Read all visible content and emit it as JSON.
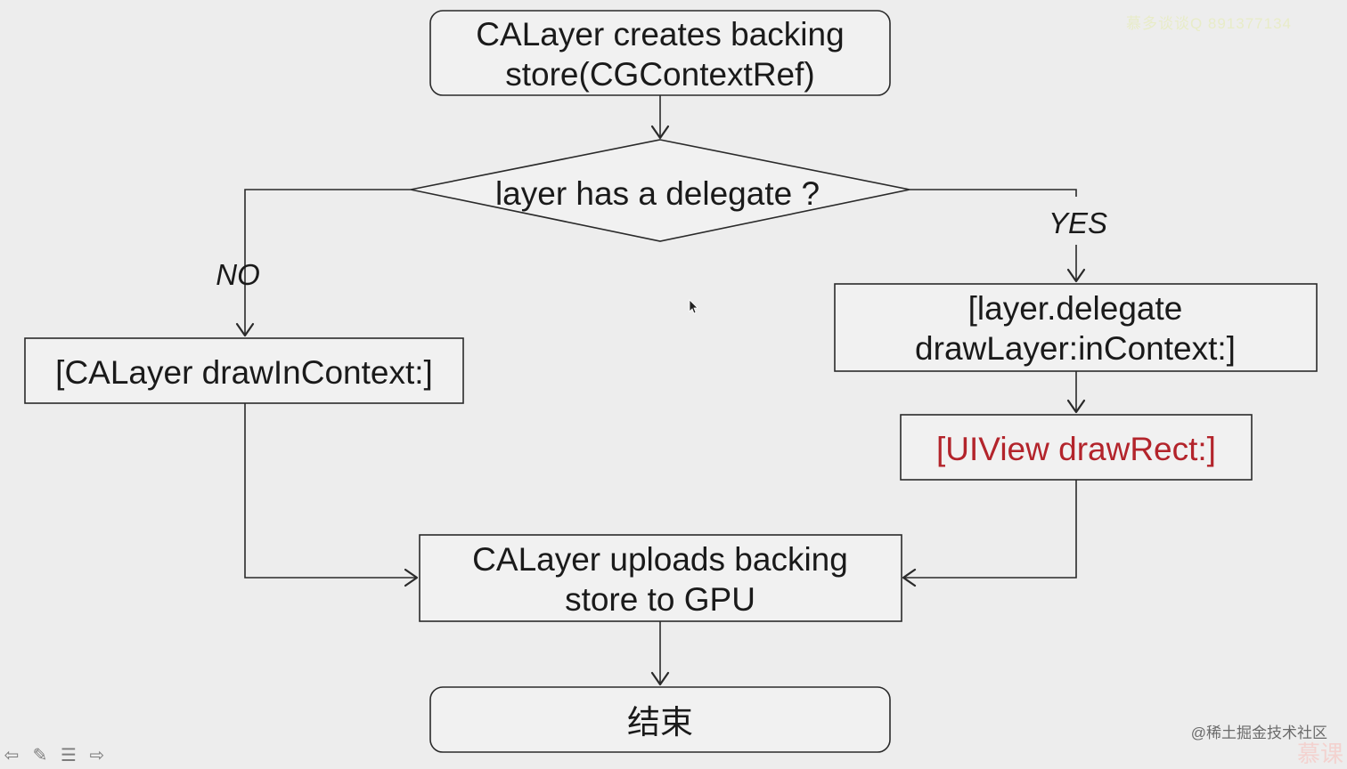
{
  "nodes": {
    "start": {
      "lines": [
        "CALayer creates backing",
        "store(CGContextRef)"
      ]
    },
    "decision": {
      "text": "layer has a delegate ?"
    },
    "no_branch": {
      "text": "[CALayer drawInContext:]"
    },
    "delegate_call": {
      "lines": [
        "[layer.delegate",
        "drawLayer:inContext:]"
      ]
    },
    "uiview": {
      "text": "[UIView drawRect:]",
      "color": "#b3242b"
    },
    "upload": {
      "lines": [
        "CALayer uploads backing",
        "store to GPU"
      ]
    },
    "end": {
      "text": "结束"
    }
  },
  "edges": {
    "no_label": "NO",
    "yes_label": "YES"
  },
  "watermarks": {
    "top": "慕多谈谈Q 891377134",
    "bottom": "@稀土掘金技术社区",
    "brand": "慕课"
  },
  "toolbar_icons": [
    "back-arrow-icon",
    "pen-icon",
    "menu-icon",
    "forward-arrow-icon"
  ]
}
